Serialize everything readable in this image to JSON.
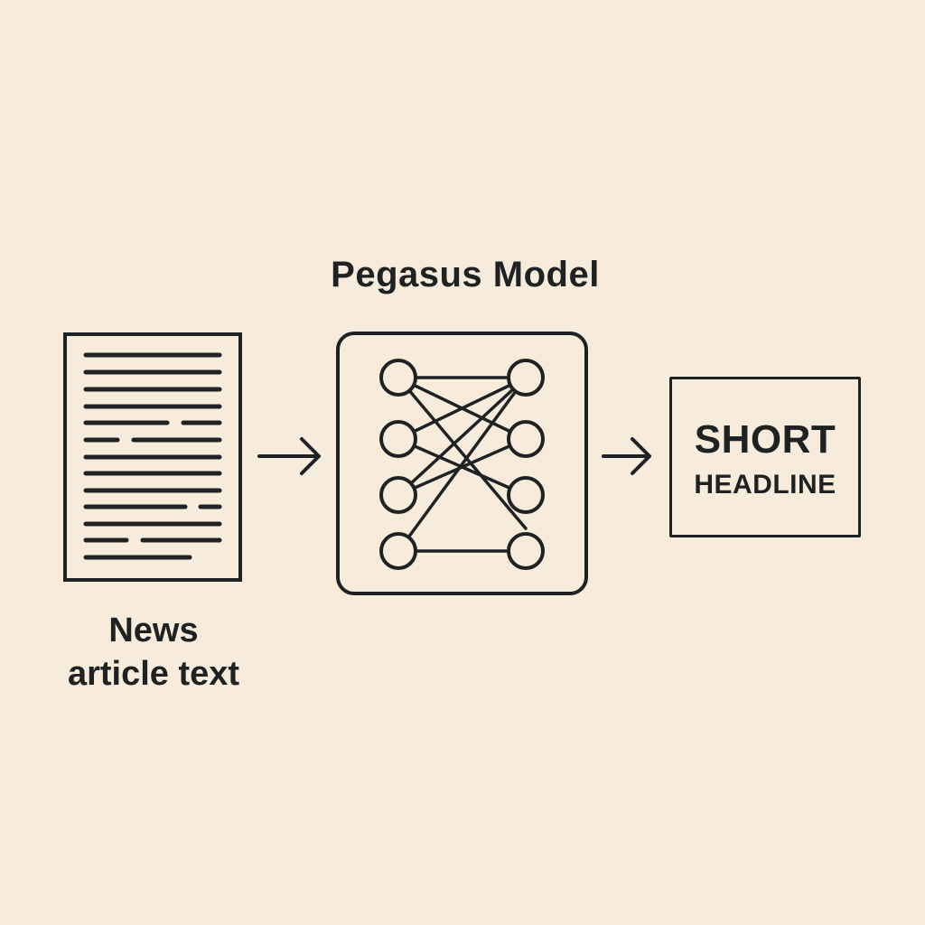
{
  "diagram": {
    "model_title": "Pegasus Model",
    "input_caption": {
      "line1": "News",
      "line2": "article text"
    },
    "output": {
      "line1": "SHORT",
      "line2": "HEADLINE"
    }
  },
  "colors": {
    "background": "#f7ecdb",
    "ink": "#1f2223"
  },
  "icons": {
    "input": "document-icon",
    "model": "neural-network-icon",
    "arrows": "arrow-right-icon"
  }
}
